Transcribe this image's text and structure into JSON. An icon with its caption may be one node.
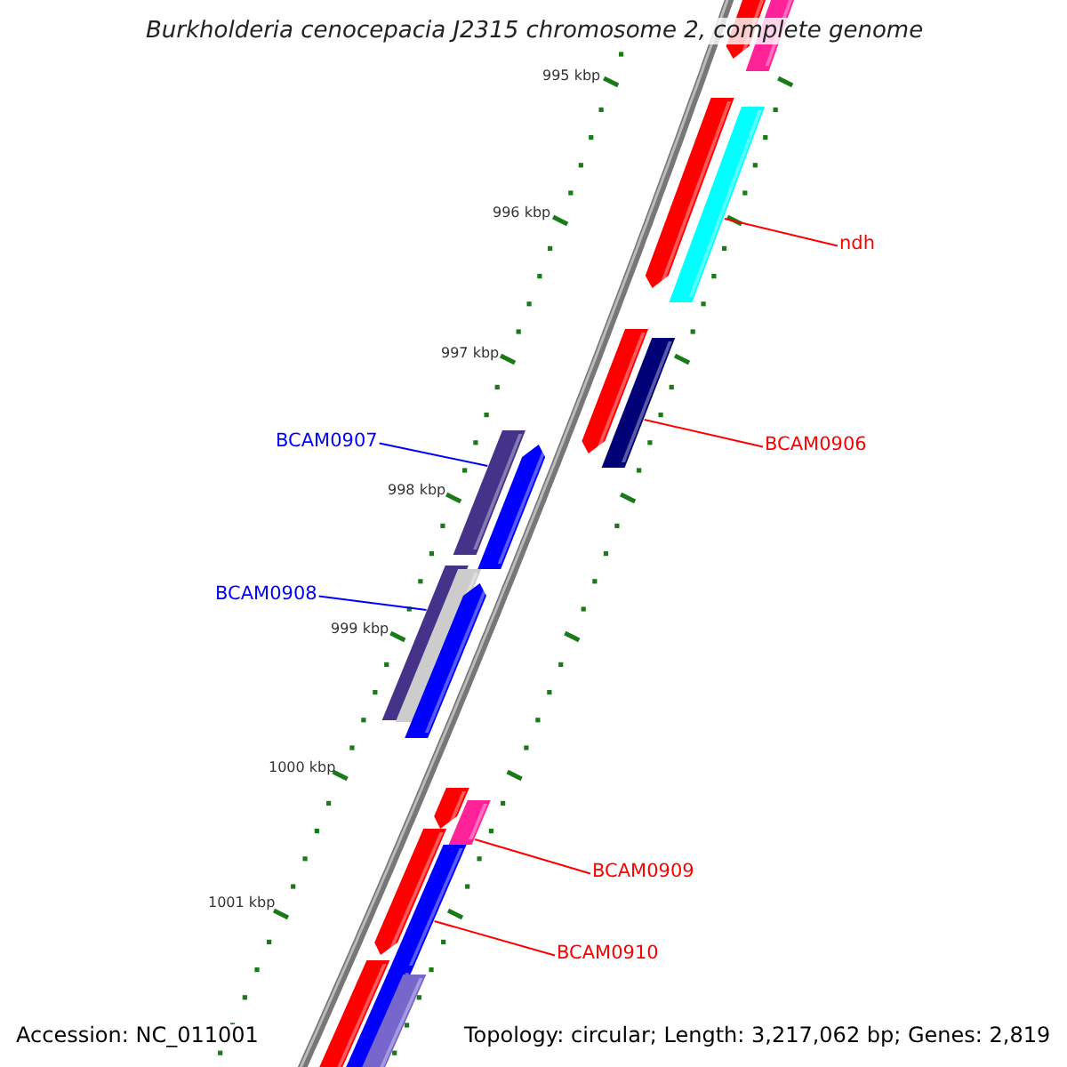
{
  "diagram": {
    "title": "Burkholderia cenocepacia J2315 chromosome 2, complete genome",
    "nodes": [
      {
        "text": [
          "ndh"
        ]
      },
      {
        "text": [
          "BCAM0906"
        ]
      },
      {
        "text": [
          "BCAM0907"
        ]
      },
      {
        "text": [
          "BCAM0908"
        ]
      },
      {
        "text": [
          "BCAM0909"
        ]
      },
      {
        "text": [
          "BCAM0910"
        ]
      },
      {
        "text": [],
        "shape": "bar"
      },
      {
        "text": [],
        "shape": "bar"
      },
      {
        "text": [],
        "shape": "bar"
      },
      {
        "text": [],
        "shape": "bar"
      },
      {
        "text": [],
        "shape": "bar"
      },
      {
        "text": [],
        "shape": "bar"
      },
      {
        "text": [],
        "shape": "bar"
      },
      {
        "text": [],
        "shape": "bar"
      },
      {
        "text": [],
        "shape": "bar"
      },
      {
        "text": [],
        "shape": "bar"
      },
      {
        "text": [],
        "shape": "bar"
      },
      {
        "text": [],
        "shape": "bar"
      },
      {
        "text": [],
        "shape": "bar"
      },
      {
        "text": [],
        "shape": "bar"
      },
      {
        "text": [],
        "shape": "bar"
      },
      {
        "text": [],
        "shape": "bar"
      },
      {
        "text": [],
        "shape": "bar"
      },
      {
        "text": [],
        "shape": "bar"
      }
    ],
    "edges": [
      {
        "from": 0,
        "to": 9,
        "arrow": "none"
      },
      {
        "from": 1,
        "to": 11,
        "arrow": "none"
      },
      {
        "from": 2,
        "to": 12,
        "arrow": "none",
        "color": "#0000ff"
      },
      {
        "from": 3,
        "to": 14,
        "arrow": "none",
        "color": "#0000ff"
      },
      {
        "from": 4,
        "to": 18,
        "arrow": "none"
      },
      {
        "from": 5,
        "to": 20,
        "arrow": "none"
      }
    ],
    "labels": [
      "995 kbp",
      "996 kbp",
      "997 kbp",
      "998 kbp",
      "999 kbp",
      "1000 kbp",
      "1001 kbp",
      "Accession: NC_011001",
      "Topology: circular; Length: 3,217,062 bp; Genes: 2,819"
    ]
  }
}
